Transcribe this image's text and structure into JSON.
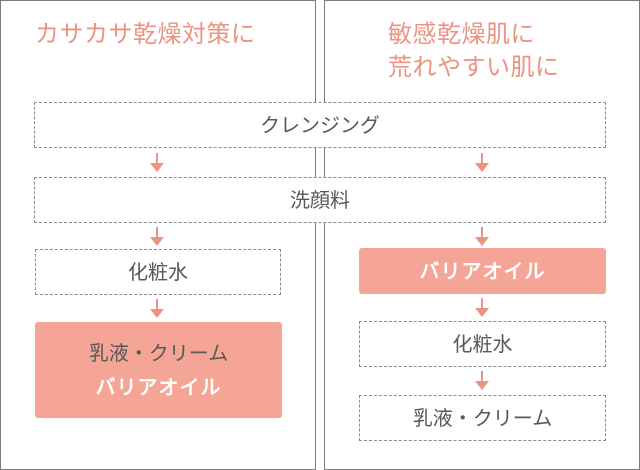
{
  "colors": {
    "accent_text": "#ec9482",
    "accent_fill": "#f5a596",
    "step_text": "#595757",
    "border": "#7a7a7a"
  },
  "left_column": {
    "heading": "カサカサ乾燥対策に"
  },
  "right_column": {
    "heading_line1": "敏感乾燥肌に",
    "heading_line2": "荒れやすい肌に"
  },
  "shared_steps": {
    "cleansing": "クレンジング",
    "face_wash": "洗顔料"
  },
  "left_steps": {
    "toner": "化粧水",
    "combo_line1": "乳液・クリーム",
    "combo_line2": "バリアオイル"
  },
  "right_steps": {
    "barrier_oil": "バリアオイル",
    "toner": "化粧水",
    "lotion_cream": "乳液・クリーム"
  }
}
